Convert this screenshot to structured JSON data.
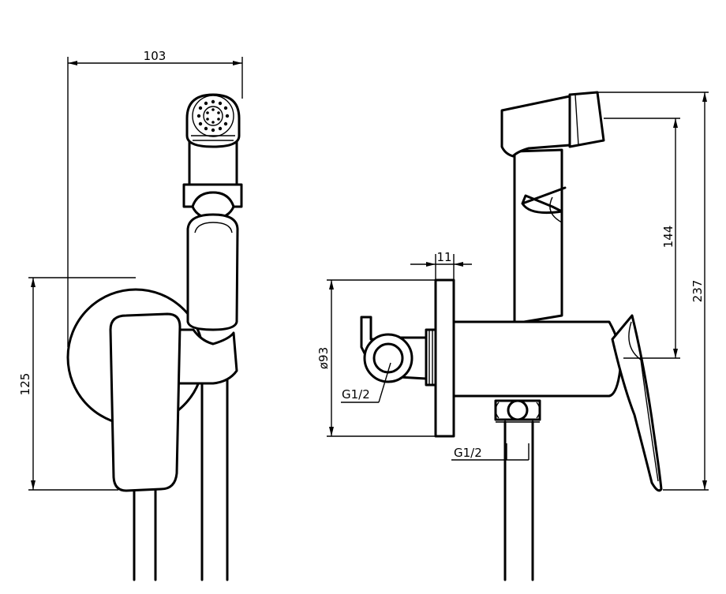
{
  "dimensions": {
    "width_front": "103",
    "height_front": "125",
    "wall_thickness": "11",
    "flange_diameter": "ø93",
    "thread_inlet": "G1/2",
    "thread_outlet": "G1/2",
    "hand_shower_height": "144",
    "total_height": "237"
  }
}
